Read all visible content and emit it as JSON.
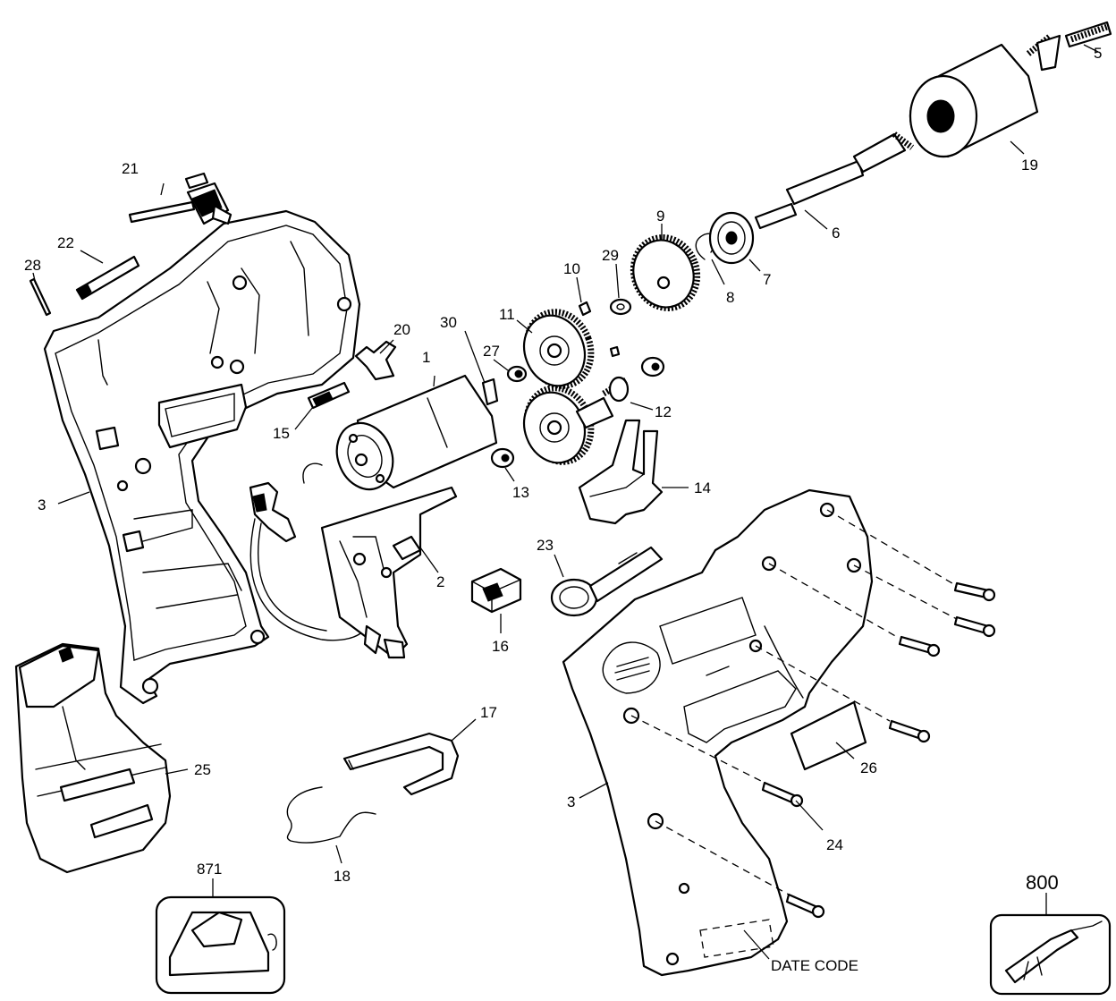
{
  "labels": {
    "p1": "1",
    "p2": "2",
    "p3a": "3",
    "p3b": "3",
    "p5": "5",
    "p6": "6",
    "p7": "7",
    "p8": "8",
    "p9": "9",
    "p10": "10",
    "p11": "11",
    "p12": "12",
    "p13": "13",
    "p14": "14",
    "p15": "15",
    "p16": "16",
    "p17": "17",
    "p18": "18",
    "p19": "19",
    "p20": "20",
    "p21": "21",
    "p22": "22",
    "p23": "23",
    "p24": "24",
    "p25": "25",
    "p26": "26",
    "p27": "27",
    "p28": "28",
    "p29": "29",
    "p30": "30",
    "p800": "800",
    "p871": "871",
    "date_code": "DATE CODE"
  }
}
